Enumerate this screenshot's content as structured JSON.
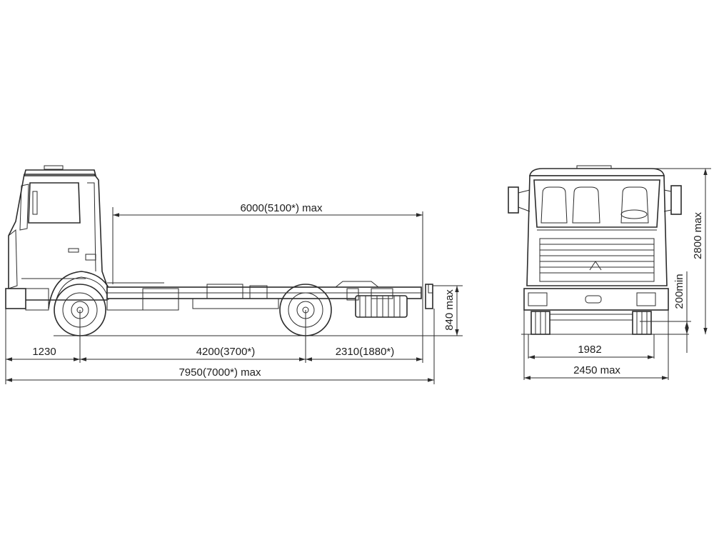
{
  "colors": {
    "line": "#2b2b2b",
    "background": "#ffffff"
  },
  "side_view": {
    "dims": {
      "body_length": "6000(5100*) max",
      "front_overhang": "1230",
      "wheelbase": "4200(3700*)",
      "rear_overhang": "2310(1880*)",
      "overall_length": "7950(7000*) max",
      "frame_height": "840 max"
    }
  },
  "front_view": {
    "dims": {
      "overall_height": "2800 max",
      "ground_clearance": "200min",
      "track_width": "1982",
      "overall_width": "2450 max"
    }
  }
}
